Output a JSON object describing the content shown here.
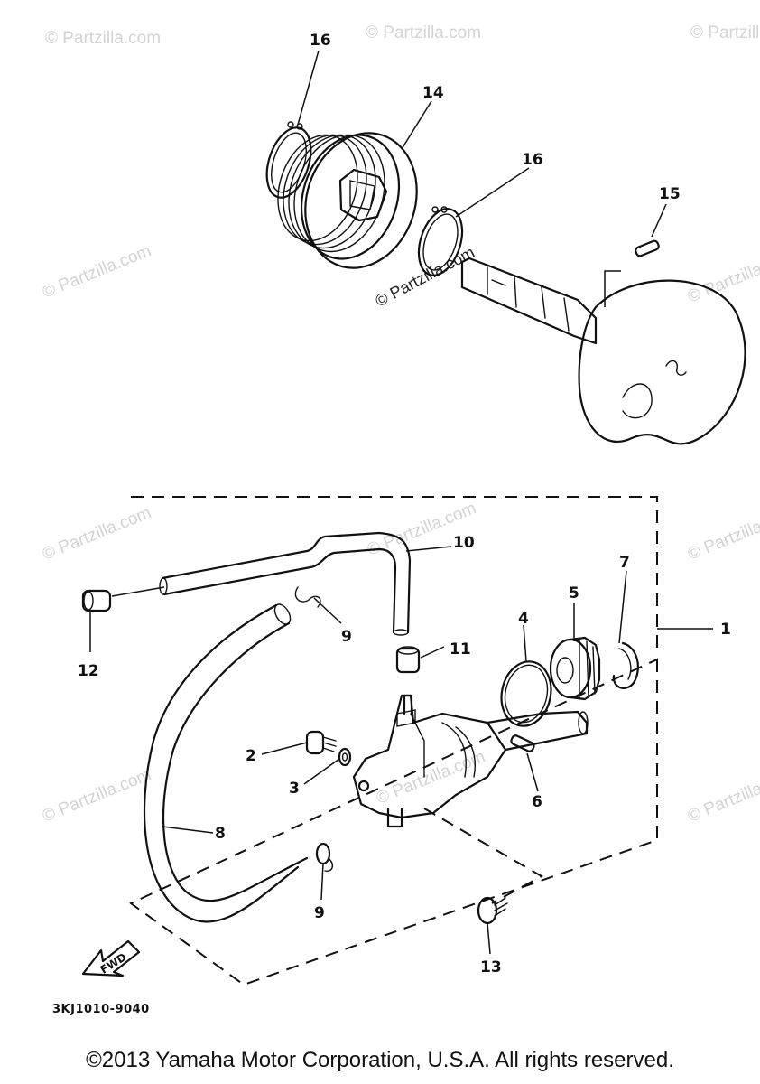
{
  "watermark": "© Partzilla.com",
  "callouts": {
    "c1": "1",
    "c2": "2",
    "c3": "3",
    "c4": "4",
    "c5": "5",
    "c6": "6",
    "c7": "7",
    "c8": "8",
    "c9a": "9",
    "c9b": "9",
    "c10": "10",
    "c11": "11",
    "c12": "12",
    "c13": "13",
    "c14": "14",
    "c15": "15",
    "c16a": "16",
    "c16b": "16"
  },
  "fwd_label": "FWD",
  "drawing_code": "3KJ1010-9040",
  "copyright": "©2013 Yamaha Motor Corporation, U.S.A. All rights reserved.",
  "icons": {
    "direction_arrow": "fwd-arrow-icon"
  }
}
